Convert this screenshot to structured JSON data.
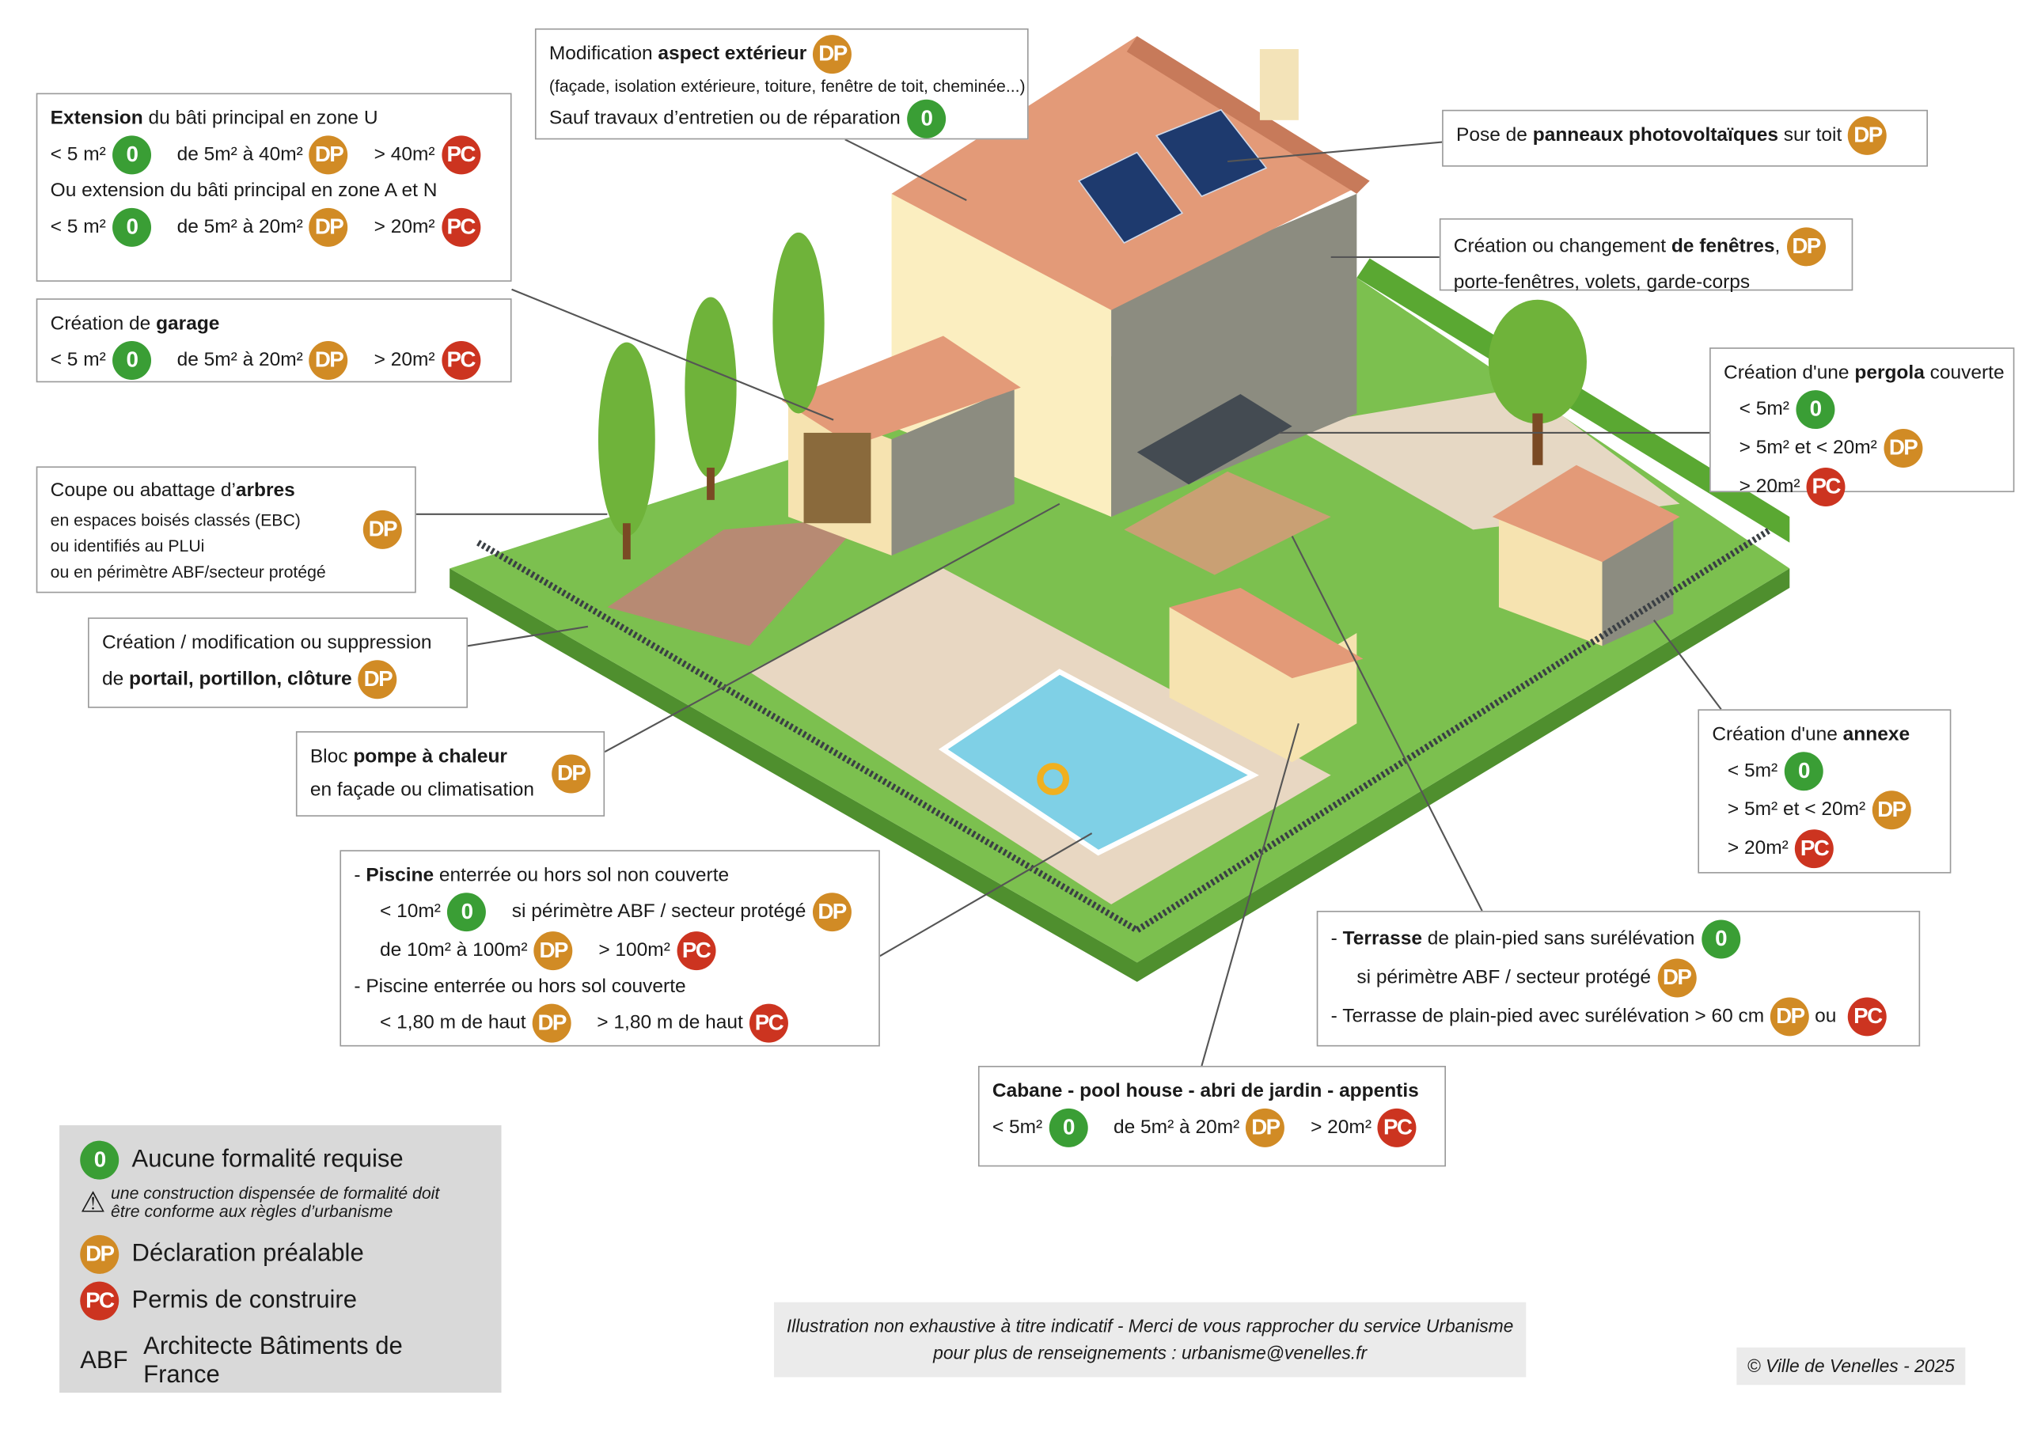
{
  "badges": {
    "none": "0",
    "dp": "DP",
    "pc": "PC"
  },
  "colors": {
    "none": "#3a9e35",
    "dp": "#d18b25",
    "pc": "#cc3420"
  },
  "boxes": [
    {
      "id": "extension",
      "lines": [
        [
          {
            "t": "Extension",
            "b": true
          },
          {
            "t": " du bâti principal en zone U"
          }
        ],
        [
          {
            "t": "< 5 m²"
          },
          {
            "badge": "none"
          },
          {
            "t": "de 5m² à 40m²",
            "sp": true
          },
          {
            "badge": "dp"
          },
          {
            "t": "> 40m²",
            "sp": true
          },
          {
            "badge": "pc"
          }
        ],
        [
          {
            "t": "Ou extension du bâti principal en zone A et N"
          }
        ],
        [
          {
            "t": "< 5 m²"
          },
          {
            "badge": "none"
          },
          {
            "t": "de 5m² à 20m²",
            "sp": true
          },
          {
            "badge": "dp"
          },
          {
            "t": "> 20m²",
            "sp": true
          },
          {
            "badge": "pc"
          }
        ]
      ]
    },
    {
      "id": "garage",
      "lines": [
        [
          {
            "t": "Création de "
          },
          {
            "t": "garage",
            "b": true
          }
        ],
        [
          {
            "t": "< 5 m²"
          },
          {
            "badge": "none"
          },
          {
            "t": "de 5m² à 20m²",
            "sp": true
          },
          {
            "badge": "dp"
          },
          {
            "t": "> 20m²",
            "sp": true
          },
          {
            "badge": "pc"
          }
        ]
      ]
    },
    {
      "id": "aspect",
      "lines": [
        [
          {
            "t": "Modification "
          },
          {
            "t": "aspect extérieur",
            "b": true
          },
          {
            "badge": "dp"
          }
        ],
        [
          {
            "t": "(façade, isolation extérieure, toiture, fenêtre de toit, cheminée...)",
            "small": true
          }
        ],
        [
          {
            "t": "Sauf travaux d’entretien ou de réparation"
          },
          {
            "badge": "none"
          }
        ]
      ]
    },
    {
      "id": "solar",
      "lines": [
        [
          {
            "t": "Pose de "
          },
          {
            "t": "panneaux photovoltaïques",
            "b": true
          },
          {
            "t": " sur toit"
          },
          {
            "badge": "dp",
            "sp": true
          }
        ]
      ]
    },
    {
      "id": "windows",
      "lines": [
        [
          {
            "t": "Création ou changement "
          },
          {
            "t": "de fenêtres",
            "b": true
          },
          {
            "t": ","
          },
          {
            "badge": "dp"
          }
        ],
        [
          {
            "t": "porte-fenêtres, volets, garde-corps"
          }
        ]
      ]
    },
    {
      "id": "pergola",
      "lines": [
        [
          {
            "t": "Création d'une "
          },
          {
            "t": "pergola",
            "b": true
          },
          {
            "t": " couverte"
          }
        ],
        [
          {
            "t": "< 5m²",
            "ind": true
          },
          {
            "badge": "none",
            "sp": true
          }
        ],
        [
          {
            "t": "> 5m² et < 20m²",
            "ind": true
          },
          {
            "badge": "dp"
          }
        ],
        [
          {
            "t": "> 20m²",
            "ind": true
          },
          {
            "badge": "pc"
          }
        ]
      ]
    },
    {
      "id": "trees",
      "lines": [
        [
          {
            "t": "Coupe ou abattage d’"
          },
          {
            "t": "arbres",
            "b": true
          }
        ],
        [
          {
            "t": "en espaces boisés classés (EBC)",
            "small": true
          }
        ],
        [
          {
            "t": "ou identifiés au PLUi",
            "small": true
          }
        ],
        [
          {
            "t": "ou en périmètre ABF/secteur protégé",
            "small": true
          }
        ]
      ],
      "side_badge": "dp"
    },
    {
      "id": "gate",
      "lines": [
        [
          {
            "t": "Création / modification ou suppression"
          }
        ],
        [
          {
            "t": "de "
          },
          {
            "t": "portail, portillon, clôture",
            "b": true
          },
          {
            "badge": "dp"
          }
        ]
      ]
    },
    {
      "id": "heatpump",
      "lines": [
        [
          {
            "t": "Bloc "
          },
          {
            "t": "pompe à chaleur",
            "b": true
          }
        ],
        [
          {
            "t": "en façade ou climatisation"
          }
        ]
      ],
      "side_badge": "dp"
    },
    {
      "id": "pool",
      "lines": [
        [
          {
            "t": "- "
          },
          {
            "t": "Piscine",
            "b": true
          },
          {
            "t": " enterrée ou hors sol non couverte"
          }
        ],
        [
          {
            "t": "< 10m²",
            "ind2": true
          },
          {
            "badge": "none"
          },
          {
            "t": "si périmètre ABF / secteur protégé",
            "sp": true
          },
          {
            "badge": "dp"
          }
        ],
        [
          {
            "t": "de 10m² à 100m²",
            "ind2": true
          },
          {
            "badge": "dp"
          },
          {
            "t": "> 100m²",
            "sp": true
          },
          {
            "badge": "pc"
          }
        ],
        [
          {
            "t": "- Piscine enterrée ou hors sol couverte"
          }
        ],
        [
          {
            "t": "< 1,80 m de haut",
            "ind2": true
          },
          {
            "badge": "dp"
          },
          {
            "t": "> 1,80 m de haut",
            "sp": true
          },
          {
            "badge": "pc"
          }
        ]
      ]
    },
    {
      "id": "annex",
      "lines": [
        [
          {
            "t": "Création d'une "
          },
          {
            "t": "annexe",
            "b": true
          }
        ],
        [
          {
            "t": "< 5m²",
            "ind": true
          },
          {
            "badge": "none"
          }
        ],
        [
          {
            "t": "> 5m² et < 20m²",
            "ind": true
          },
          {
            "badge": "dp"
          }
        ],
        [
          {
            "t": "> 20m²",
            "ind": true
          },
          {
            "badge": "pc"
          }
        ]
      ]
    },
    {
      "id": "terrace",
      "lines": [
        [
          {
            "t": "- "
          },
          {
            "t": "Terrasse",
            "b": true
          },
          {
            "t": " de plain-pied sans surélévation"
          },
          {
            "badge": "none"
          }
        ],
        [
          {
            "t": "si périmètre ABF / secteur protégé",
            "ind2": true
          },
          {
            "badge": "dp"
          }
        ],
        [
          {
            "t": "- Terrasse de plain-pied avec surélévation > 60 cm"
          },
          {
            "badge": "dp"
          },
          {
            "t": " ou "
          },
          {
            "badge": "pc"
          }
        ]
      ]
    },
    {
      "id": "cabin",
      "lines": [
        [
          {
            "t": "Cabane - pool house - abri de jardin - appentis",
            "b": true
          }
        ],
        [
          {
            "t": "< 5m²"
          },
          {
            "badge": "none"
          },
          {
            "t": "de 5m² à 20m²",
            "sp": true
          },
          {
            "badge": "dp"
          },
          {
            "t": "> 20m²",
            "sp": true
          },
          {
            "badge": "pc"
          }
        ]
      ]
    }
  ],
  "legend": {
    "none_label": "Aucune formalité requise",
    "warning_line1": "une construction dispensée de formalité doit",
    "warning_line2": "être conforme aux règles d’urbanisme",
    "dp_label": "Déclaration préalable",
    "pc_label": "Permis de construire",
    "abf_abbr": "ABF",
    "abf_label": "Architecte Bâtiments de France"
  },
  "footer": {
    "note_line1": "Illustration non exhaustive à titre indicatif - Merci de vous rapprocher du service Urbanisme",
    "note_line2": "pour plus de renseignements : urbanisme@venelles.fr",
    "copyright": "© Ville de Venelles - 2025"
  }
}
